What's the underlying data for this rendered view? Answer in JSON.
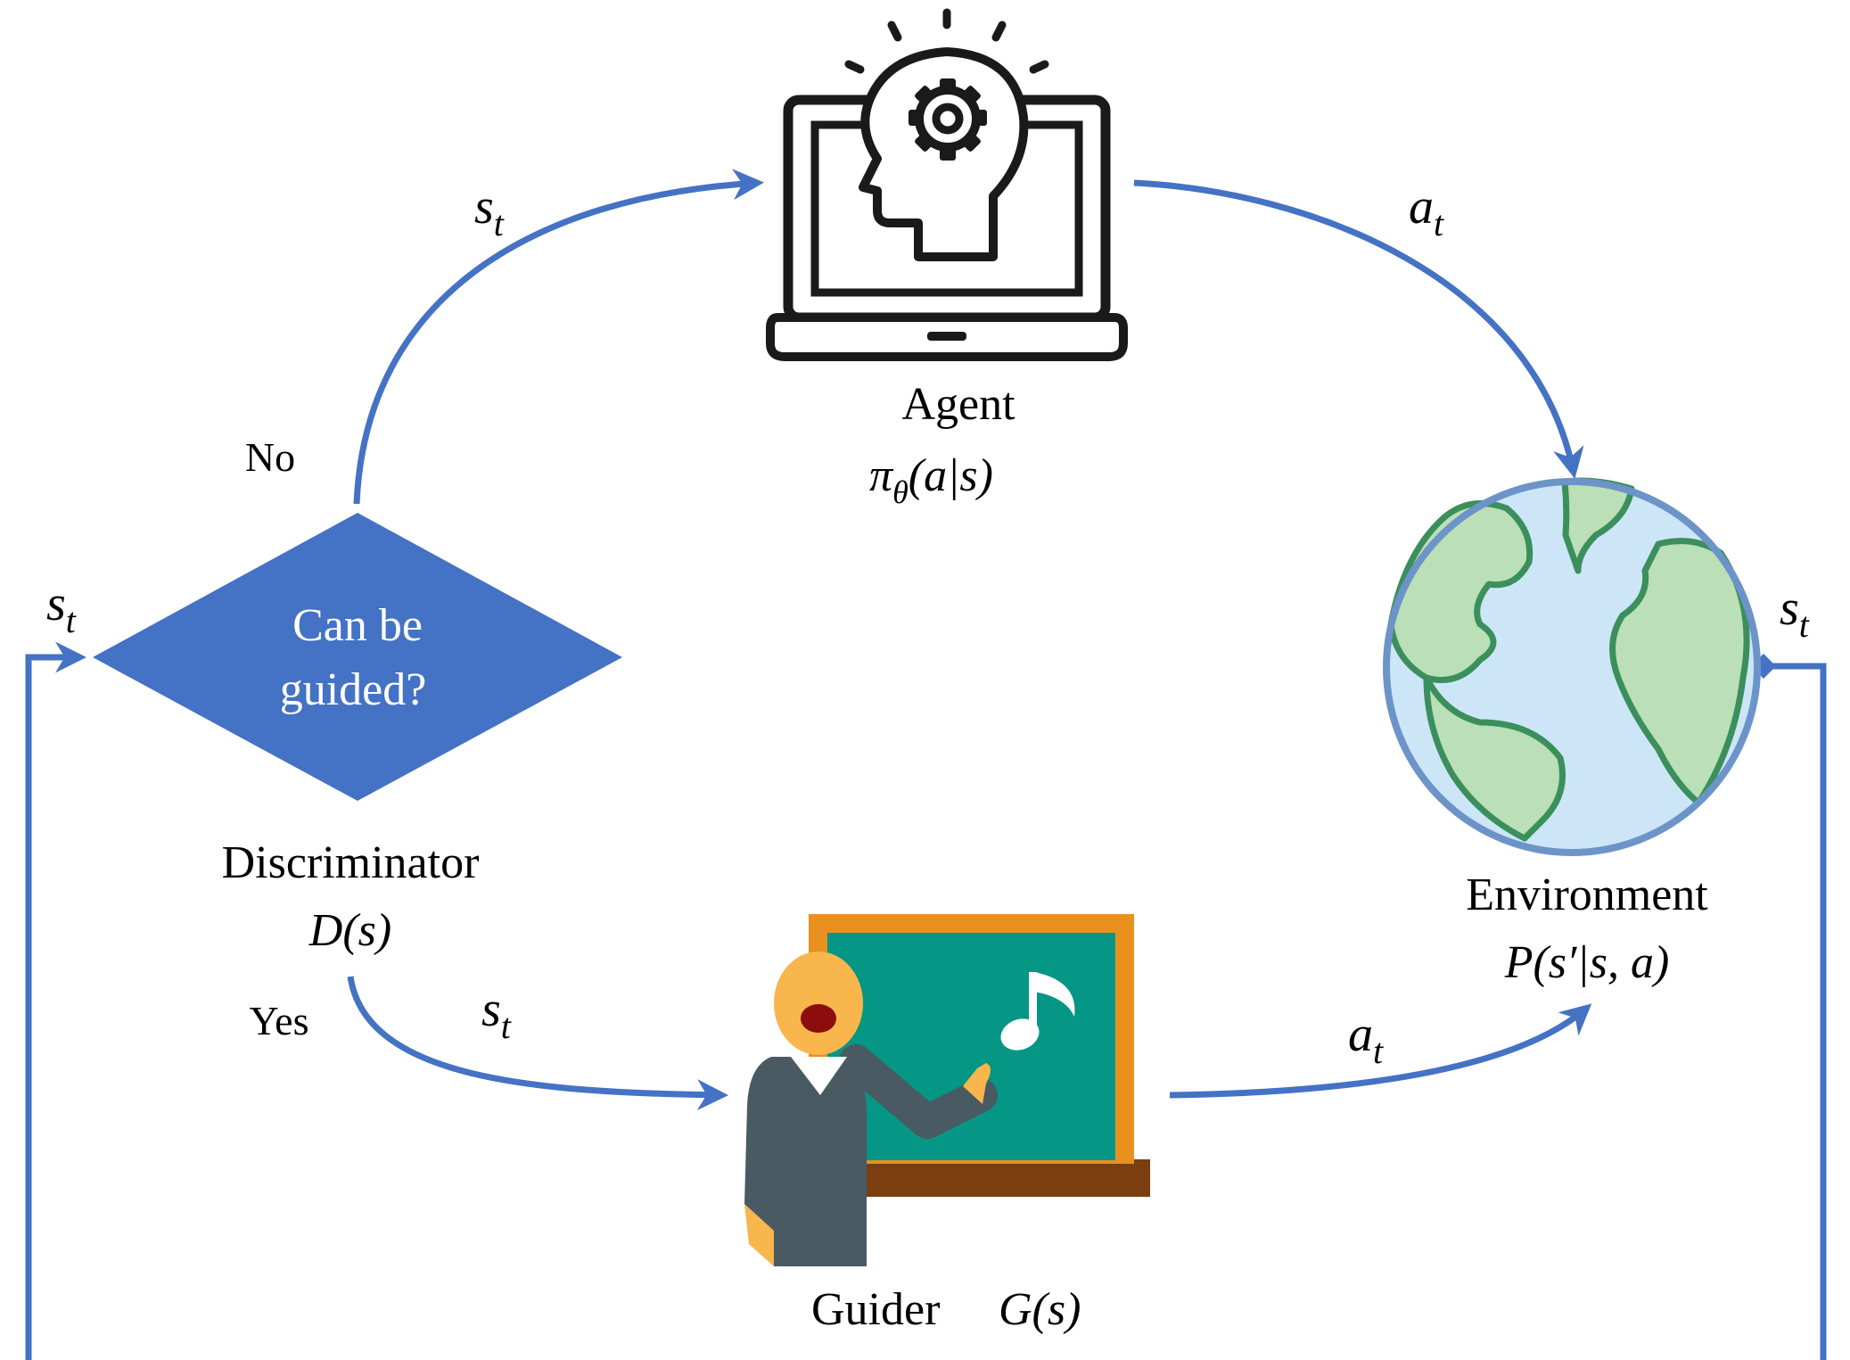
{
  "colors": {
    "arrow": "#4472c4",
    "diamond_fill": "#4472c4",
    "diamond_text": "#ffffff",
    "globe_water": "#cce6f7",
    "globe_land": "#bbdfb7",
    "globe_outline": "#6c94c8",
    "globe_coast": "#3b8f5c",
    "board_frame": "#e8911f",
    "board_surface": "#069685",
    "board_tray": "#7a3e10",
    "guider_head": "#f9b64d",
    "guider_suit": "#495a63"
  },
  "icons": {
    "agent": "laptop-head-gear-icon",
    "environment": "globe-icon",
    "guider": "teacher-blackboard-icon",
    "note": "music-note-icon"
  },
  "agent": {
    "name": "Agent",
    "formula_pi": "π",
    "formula_sub": "θ",
    "formula_args": "(a|s)"
  },
  "environment": {
    "name": "Environment",
    "formula": "P(s′|s, a)"
  },
  "discriminator": {
    "question_line1": "Can be",
    "question_line2": "guided?",
    "name": "Discriminator",
    "formula": "D(s)",
    "no_label": "No",
    "yes_label": "Yes"
  },
  "guider": {
    "name": "Guider",
    "formula": "G(s)"
  },
  "edges": {
    "state_base": "s",
    "action_base": "a",
    "time_sub": "t"
  }
}
